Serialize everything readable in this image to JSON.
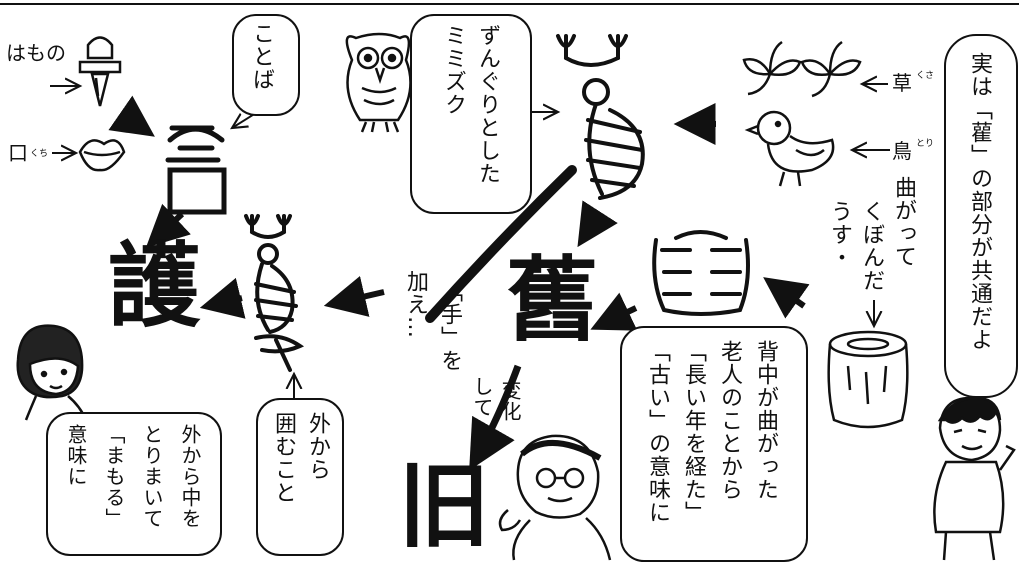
{
  "labels": {
    "hamono": "はもの",
    "kuchi": "口",
    "kuchi_ruby": "くち",
    "kotoba": "ことば",
    "mimizuku": [
      "ずんぐりとした",
      "ミミズク"
    ],
    "kusa": "草",
    "kusa_ruby": "くさ",
    "tori": "鳥",
    "tori_ruby": "とり",
    "usu": "うす・",
    "magatte": [
      "曲がって",
      "くぼんだ"
    ],
    "kuwae": [
      "「手」を",
      "加え…"
    ],
    "henka": [
      "変化",
      "して"
    ]
  },
  "characters": {
    "gen": "言",
    "go": "護",
    "kan": "雚",
    "kyuu_old": "舊",
    "kyuu_new": "旧"
  },
  "bubbles": {
    "jitsu": [
      "実は「雚」の部分が共通だよ"
    ],
    "sena": [
      "背中が曲がった",
      "老人のことから",
      "「長い年を経た」",
      "「古い」の意味に"
    ],
    "soto_kakomu": [
      "外から",
      "囲むこと"
    ],
    "soto_mamoru": [
      "外から中を",
      "とりまいて",
      "「まもる」",
      "意味に"
    ]
  }
}
